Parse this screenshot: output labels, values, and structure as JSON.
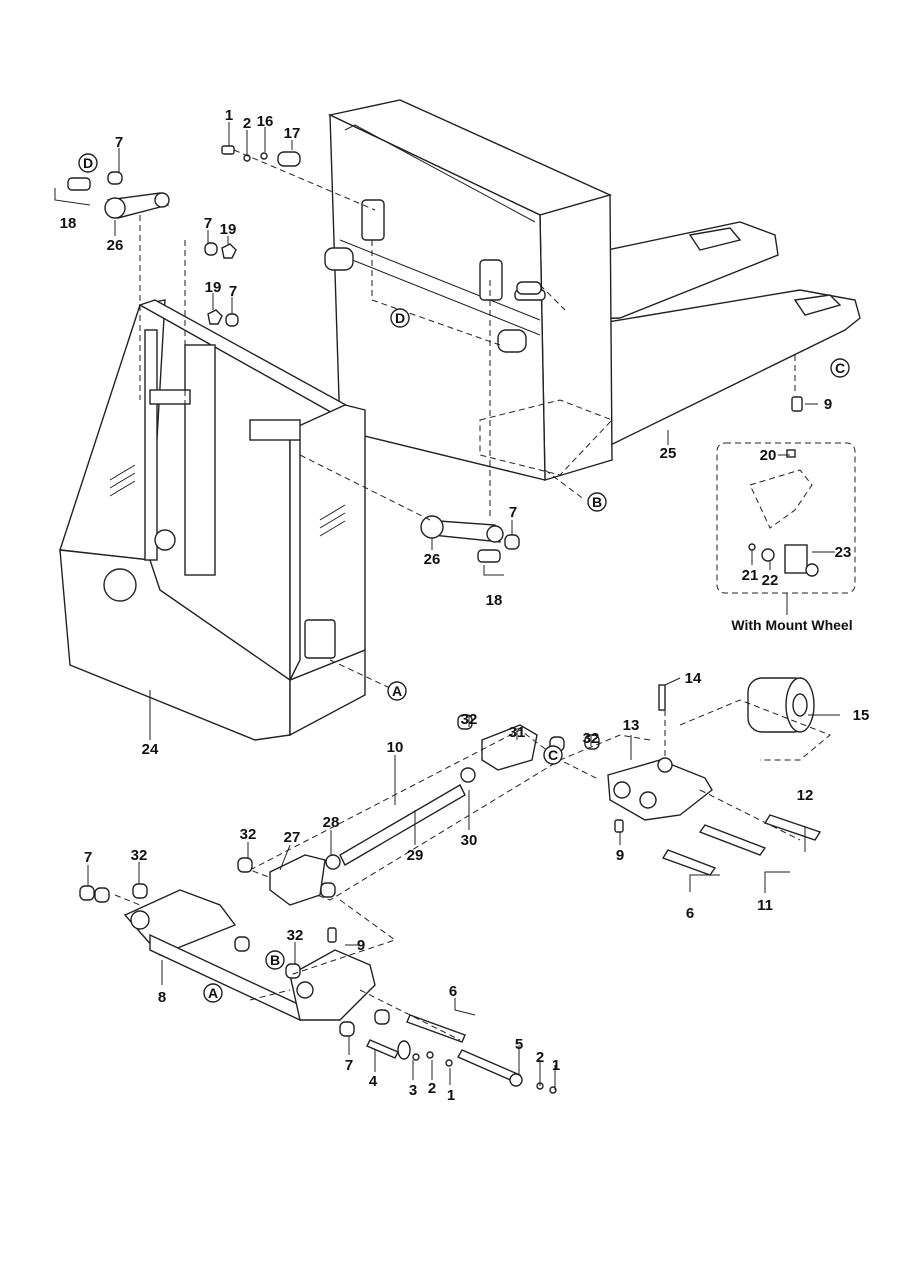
{
  "diagram": {
    "title": "Pallet truck frame, fork and load-wheel linkage exploded parts view",
    "caption": "With Mount Wheel",
    "reference_markers": [
      "A",
      "B",
      "C",
      "D"
    ],
    "labels": [
      {
        "id": "l1a",
        "text": "1"
      },
      {
        "id": "l2a",
        "text": "2"
      },
      {
        "id": "l16",
        "text": "16"
      },
      {
        "id": "l17",
        "text": "17"
      },
      {
        "id": "l7a",
        "text": "7"
      },
      {
        "id": "l18a",
        "text": "18"
      },
      {
        "id": "l26a",
        "text": "26"
      },
      {
        "id": "l7b",
        "text": "7"
      },
      {
        "id": "l19a",
        "text": "19"
      },
      {
        "id": "l19b",
        "text": "19"
      },
      {
        "id": "l7c",
        "text": "7"
      },
      {
        "id": "l9a",
        "text": "9"
      },
      {
        "id": "l25",
        "text": "25"
      },
      {
        "id": "l20",
        "text": "20"
      },
      {
        "id": "l23",
        "text": "23"
      },
      {
        "id": "l21",
        "text": "21"
      },
      {
        "id": "l22",
        "text": "22"
      },
      {
        "id": "l7d",
        "text": "7"
      },
      {
        "id": "l26b",
        "text": "26"
      },
      {
        "id": "l18b",
        "text": "18"
      },
      {
        "id": "l24",
        "text": "24"
      },
      {
        "id": "l14",
        "text": "14"
      },
      {
        "id": "l15",
        "text": "15"
      },
      {
        "id": "l13",
        "text": "13"
      },
      {
        "id": "l32a",
        "text": "32"
      },
      {
        "id": "l31",
        "text": "31"
      },
      {
        "id": "l32b",
        "text": "32"
      },
      {
        "id": "l10",
        "text": "10"
      },
      {
        "id": "l12",
        "text": "12"
      },
      {
        "id": "l28",
        "text": "28"
      },
      {
        "id": "l32c",
        "text": "32"
      },
      {
        "id": "l27",
        "text": "27"
      },
      {
        "id": "l29",
        "text": "29"
      },
      {
        "id": "l30",
        "text": "30"
      },
      {
        "id": "l9b",
        "text": "9"
      },
      {
        "id": "l6a",
        "text": "6"
      },
      {
        "id": "l11",
        "text": "11"
      },
      {
        "id": "l7e",
        "text": "7"
      },
      {
        "id": "l32d",
        "text": "32"
      },
      {
        "id": "l9c",
        "text": "9"
      },
      {
        "id": "l32e",
        "text": "32"
      },
      {
        "id": "l8",
        "text": "8"
      },
      {
        "id": "l6b",
        "text": "6"
      },
      {
        "id": "l5",
        "text": "5"
      },
      {
        "id": "l2b",
        "text": "2"
      },
      {
        "id": "l1b",
        "text": "1"
      },
      {
        "id": "l7f",
        "text": "7"
      },
      {
        "id": "l4",
        "text": "4"
      },
      {
        "id": "l3",
        "text": "3"
      },
      {
        "id": "l2c",
        "text": "2"
      },
      {
        "id": "l1c",
        "text": "1"
      }
    ]
  }
}
